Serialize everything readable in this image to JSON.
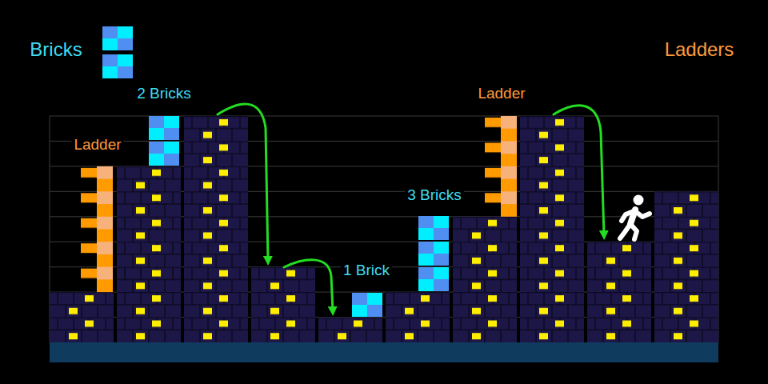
{
  "diagram": {
    "labels": [
      "Ladder",
      "2 Bricks",
      "1 Brick",
      "3 Bricks",
      "Ladder"
    ],
    "legend": [
      {
        "text": "Bricks"
      },
      {
        "text": "Ladders"
      }
    ]
  }
}
